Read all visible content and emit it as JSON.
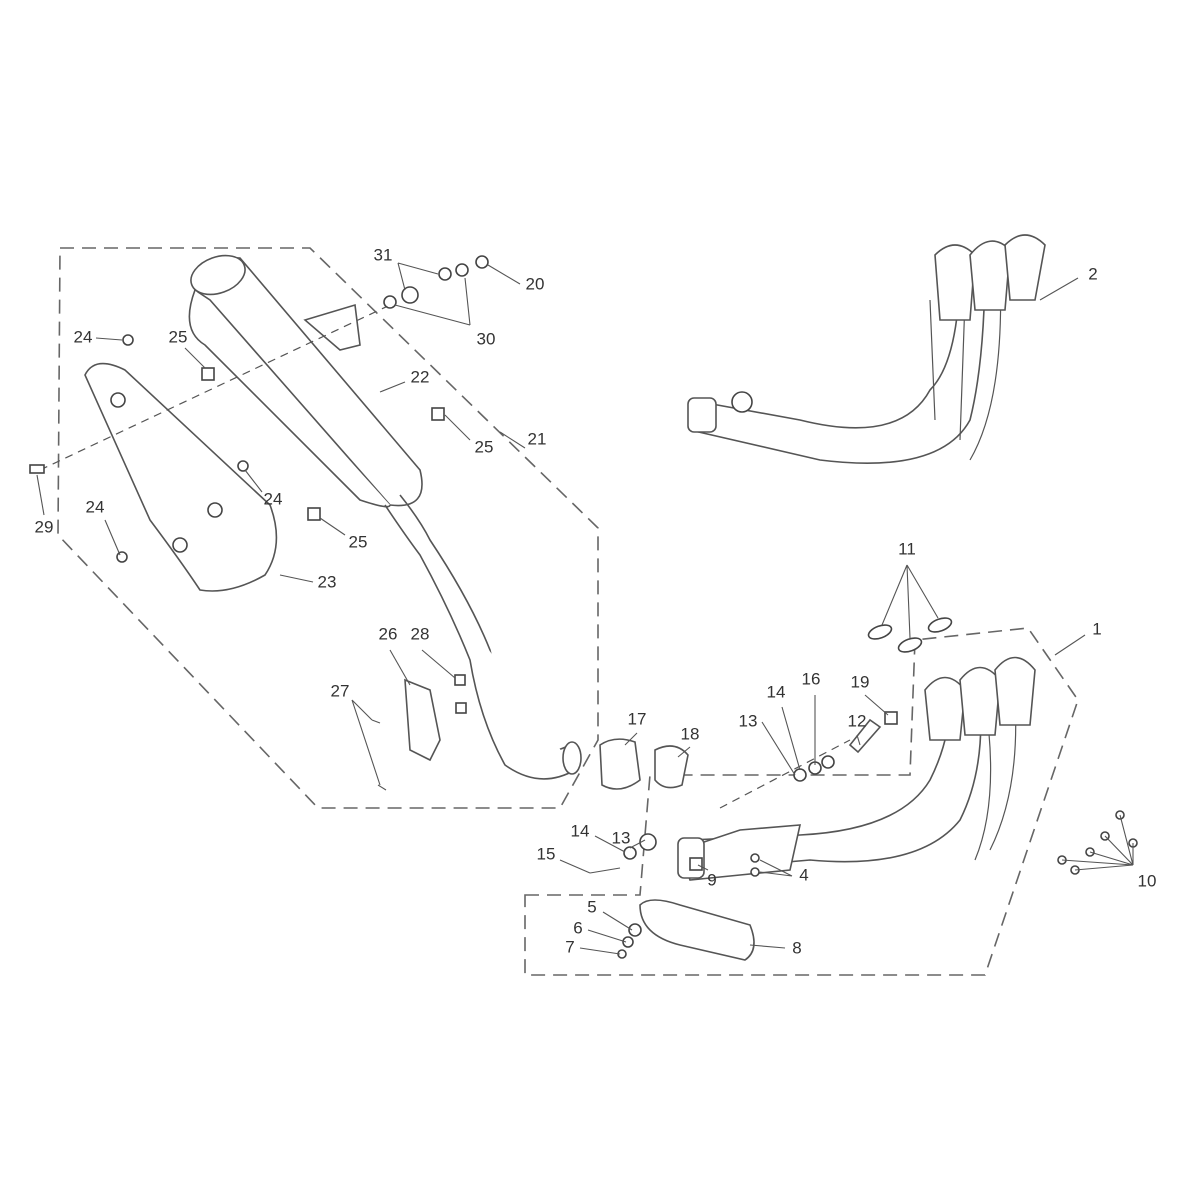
{
  "diagram": {
    "title": "Exhaust system exploded parts diagram",
    "labels": [
      "31",
      "20",
      "30",
      "2",
      "24",
      "25",
      "22",
      "21",
      "25",
      "24",
      "29",
      "24",
      "25",
      "23",
      "11",
      "1",
      "26",
      "28",
      "27",
      "19",
      "14",
      "16",
      "12",
      "13",
      "17",
      "18",
      "13",
      "14",
      "15",
      "9",
      "4",
      "10",
      "5",
      "6",
      "7",
      "8"
    ]
  }
}
